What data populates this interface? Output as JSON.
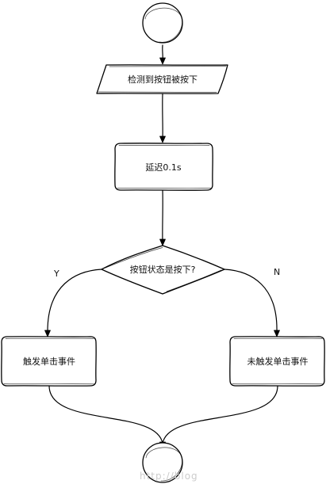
{
  "diagram": {
    "type": "flowchart",
    "nodes": [
      {
        "id": "start",
        "shape": "circle",
        "label": ""
      },
      {
        "id": "detect",
        "shape": "parallelogram",
        "label": "检测到按钮被按下"
      },
      {
        "id": "delay",
        "shape": "rounded-rect",
        "label": "延迟0.1s"
      },
      {
        "id": "decision",
        "shape": "diamond",
        "label": "按钮状态是按下?"
      },
      {
        "id": "trigger",
        "shape": "rounded-rect",
        "label": "触发单击事件"
      },
      {
        "id": "no_trigger",
        "shape": "rounded-rect",
        "label": "未触发单击事件"
      },
      {
        "id": "end",
        "shape": "circle",
        "label": ""
      }
    ],
    "edges": [
      {
        "from": "start",
        "to": "detect",
        "label": ""
      },
      {
        "from": "detect",
        "to": "delay",
        "label": ""
      },
      {
        "from": "delay",
        "to": "decision",
        "label": ""
      },
      {
        "from": "decision",
        "to": "trigger",
        "label": "Y"
      },
      {
        "from": "decision",
        "to": "no_trigger",
        "label": "N"
      },
      {
        "from": "trigger",
        "to": "end",
        "label": ""
      },
      {
        "from": "no_trigger",
        "to": "end",
        "label": ""
      }
    ],
    "watermark": "http://blog"
  }
}
